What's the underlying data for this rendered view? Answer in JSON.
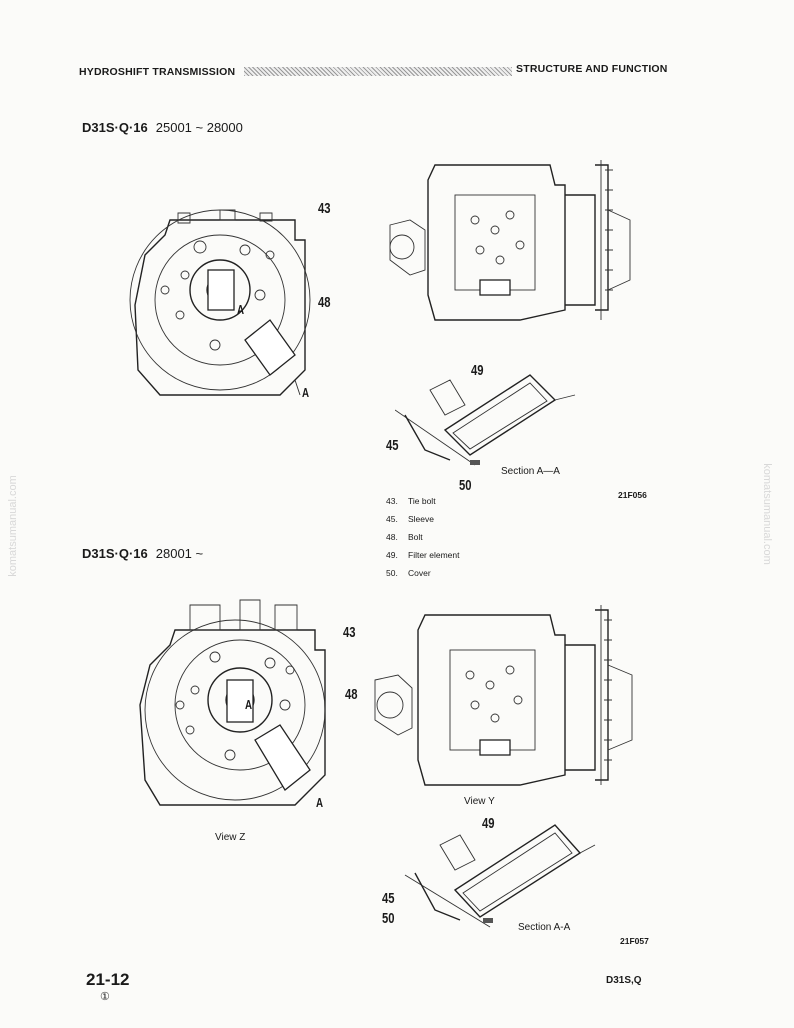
{
  "header": {
    "left_title": "HYDROSHIFT TRANSMISSION",
    "right_title": "STRUCTURE AND FUNCTION"
  },
  "section1": {
    "model": "D31S·Q·16",
    "serial": "25001 ~ 28000",
    "callouts": {
      "c43": "43",
      "c48": "48",
      "cA_center": "A",
      "cA_bottom": "A",
      "c49": "49",
      "c45": "45",
      "c50": "50"
    },
    "section_label": "Section A—A",
    "figure_code": "21F056"
  },
  "legend": [
    {
      "num": "43.",
      "text": "Tie bolt"
    },
    {
      "num": "45.",
      "text": "Sleeve"
    },
    {
      "num": "48.",
      "text": "Bolt"
    },
    {
      "num": "49.",
      "text": "Filter element"
    },
    {
      "num": "50.",
      "text": "Cover"
    }
  ],
  "section2": {
    "model": "D31S·Q·16",
    "serial": "28001 ~",
    "callouts": {
      "c43": "43",
      "c48": "48",
      "cA_center": "A",
      "cA_bottom": "A",
      "c49": "49",
      "c45": "45",
      "c50": "50"
    },
    "view_z": "View Z",
    "view_y": "View Y",
    "section_label": "Section A-A",
    "figure_code": "21F057"
  },
  "footer": {
    "page": "21-12",
    "revision": "①",
    "model": "D31S,Q"
  },
  "watermark": "komatsumanual.com"
}
